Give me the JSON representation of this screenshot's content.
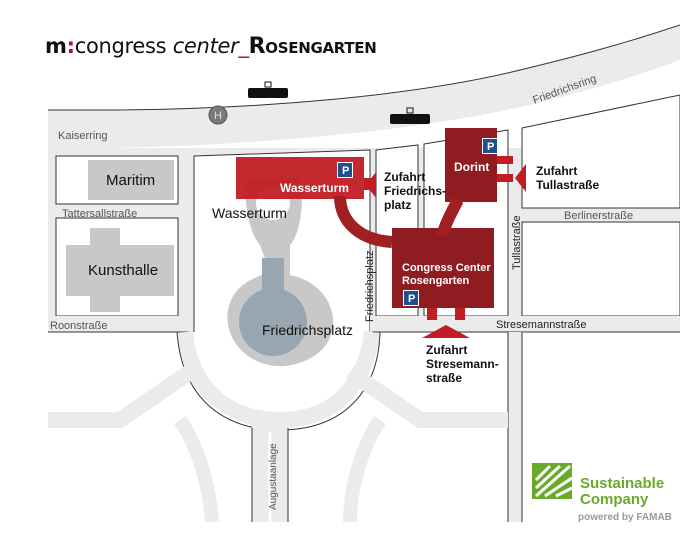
{
  "logo": {
    "m": "m",
    "colon": ":",
    "part1": "congress ",
    "part2": "center",
    "underscore": "_",
    "part3": "Rosengarten"
  },
  "colors": {
    "road": "#ebebeb",
    "road_edge": "#333333",
    "building_grey": "#c8c8c8",
    "building_red": "#a11e23",
    "building_red_bright": "#c01d24",
    "park_blue": "#1f4f8f",
    "water": "#97a6b1",
    "sustainable_green": "#6aaa2a"
  },
  "streets": {
    "kaiserring": "Kaiserring",
    "friedrichsring": "Friedrichsring",
    "tattersallstrasse": "Tattersallstraße",
    "roonstrasse": "Roonstraße",
    "berlinerstrasse": "Berlinerstraße",
    "tullastrasse": "Tullastraße",
    "stresemannstrasse": "Stresemannstraße",
    "friedrichsplatz_street": "Friedrichsplatz",
    "augustaanlage": "Augustaanlage"
  },
  "landmarks": {
    "maritim": "Maritim",
    "kunsthalle": "Kunsthalle",
    "wasserturm": "Wasserturm",
    "friedrichsplatz": "Friedrichsplatz"
  },
  "buildings": {
    "wasserturm_garage": "Wasserturm",
    "dorint": "Dorint",
    "congress_center_line1": "Congress Center",
    "congress_center_line2": "Rosengarten"
  },
  "access": {
    "friedrichsplatz": [
      "Zufahrt",
      "Friedrichs-",
      "platz"
    ],
    "tullastrasse": [
      "Zufahrt",
      "Tullastraße"
    ],
    "stresemannstrasse": [
      "Zufahrt",
      "Stresemann-",
      "straße"
    ]
  },
  "icons": {
    "parking": "P",
    "bus_stop": "H"
  },
  "sustainable": {
    "line1": "Sustainable",
    "line2": "Company",
    "line3": "powered by FAMAB"
  }
}
